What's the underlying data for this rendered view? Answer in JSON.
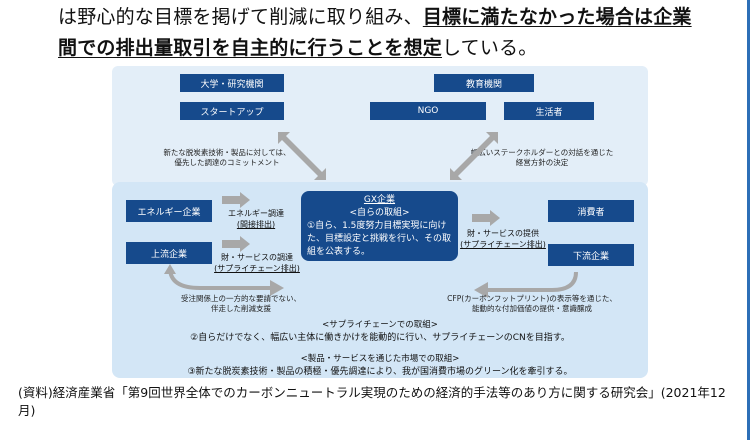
{
  "intro": {
    "line1_normal": "は野心的な目標を掲げて削減に取り組み、",
    "line1_bold": "目標に満たなかった場合は企業",
    "line2_bold": "間での排出量取引を自主的に行うことを想定",
    "line2_normal": "している。"
  },
  "diagram": {
    "top_left_header": "大学・研究機関",
    "top_left_box": "スタートアップ",
    "top_right_header": "教育機関",
    "ngo": "NGO",
    "consumer_top": "生活者",
    "note_left_1": "新たな脱炭素技術・製品に対しては、",
    "note_left_2": "優先した調達のコミットメント",
    "note_right_1": "幅広いステークホルダーとの対話を通じた",
    "note_right_2": "経営方針の決定",
    "energy": "エネルギー企業",
    "upstream": "上流企業",
    "energy_arrow_1": "エネルギー調達",
    "energy_arrow_2": "(間接排出)",
    "goods_arrow_1": "財・サービスの調達",
    "goods_arrow_2": "(サプライチェーン排出)",
    "gx_title": "GX企業",
    "gx_sub": "<自らの取組>",
    "gx_body": "①自ら、1.5度努力目標実現に向けた、目標設定と挑戦を行い、その取組を公表する。",
    "supply_arrow_1": "財・サービスの提供",
    "supply_arrow_2": "(サプライチェーン排出)",
    "consumer_right": "消費者",
    "downstream": "下流企業",
    "note_bl_1": "受注関係上の一方的な要請でない、",
    "note_bl_2": "伴走した削減支援",
    "note_br_1": "CFP(カーボンフットプリント)の表示等を通じた、",
    "note_br_2": "能動的な付加価値の提供・意識醸成",
    "sc_header": "<サプライチェーンでの取組>",
    "sc_text": "②自らだけでなく、幅広い主体に働きかけを能動的に行い、サプライチェーンのCNを目指す。",
    "market_header": "<製品・サービスを通じた市場での取組>",
    "market_text": "③新たな脱炭素技術・製品の積極・優先調達により、我が国消費市場のグリーン化を牽引する。"
  },
  "source": "(資料)経済産業省「第9回世界全体でのカーボンニュートラル実現のための経済的手法等のあり方に関する研究会」(2021年12月)",
  "colors": {
    "box": "#164a8c",
    "bg_upper": "#e3eef8",
    "bg_lower": "#d3e6f6",
    "edge": "#2d6fb7",
    "arrow": "#a8a8a8"
  }
}
